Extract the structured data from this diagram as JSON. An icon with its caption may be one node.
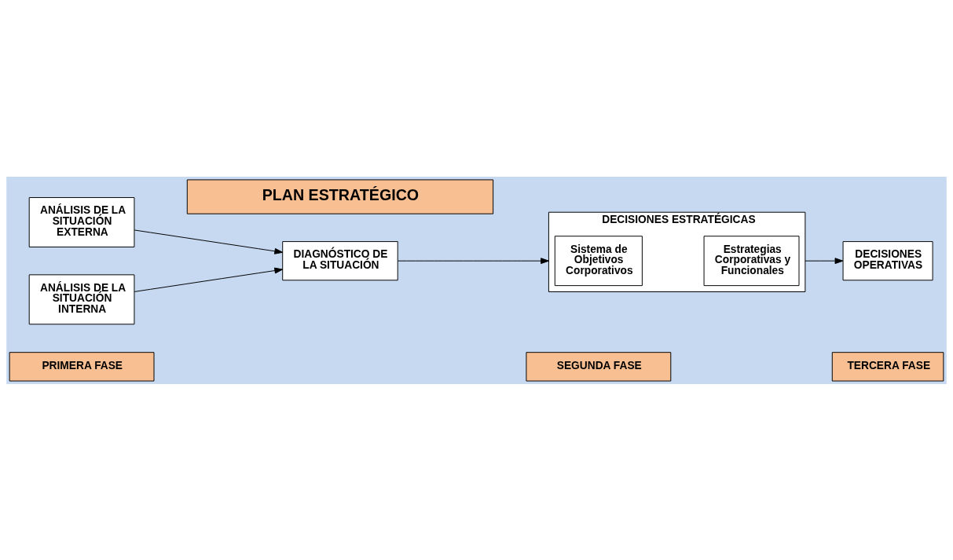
{
  "diagram": {
    "nodes": [
      {
        "text": [
          "PLAN ESTRATÉGICO"
        ]
      },
      {
        "text": [
          "ANÁLISIS DE LA SITUACIÓN EXTERNA"
        ]
      },
      {
        "text": [
          "ANÁLISIS DE LA SITUACIÓN INTERNA"
        ]
      },
      {
        "text": [
          "DIAGNÓSTICO DE LA SITUACIÓN"
        ]
      },
      {
        "text": [
          "DECISIONES ESTRATÉGICAS"
        ]
      },
      {
        "text": [
          "Sistema de Objetivos Corporativos"
        ],
        "in": 4
      },
      {
        "text": [
          "Estrategias Corporativas y Funcionales"
        ],
        "in": 4
      },
      {
        "text": [
          "DECISIONES OPERATIVAS"
        ]
      },
      {
        "text": [
          "PRIMERA FASE"
        ]
      },
      {
        "text": [
          "SEGUNDA FASE"
        ]
      },
      {
        "text": [
          "TERCERA FASE"
        ]
      }
    ],
    "edges": [
      {
        "from": 1,
        "to": 3,
        "arrow": "to"
      },
      {
        "from": 2,
        "to": 3,
        "arrow": "to"
      },
      {
        "from": 3,
        "to": 4,
        "arrow": "to"
      },
      {
        "from": 4,
        "to": 7,
        "arrow": "to"
      }
    ]
  }
}
